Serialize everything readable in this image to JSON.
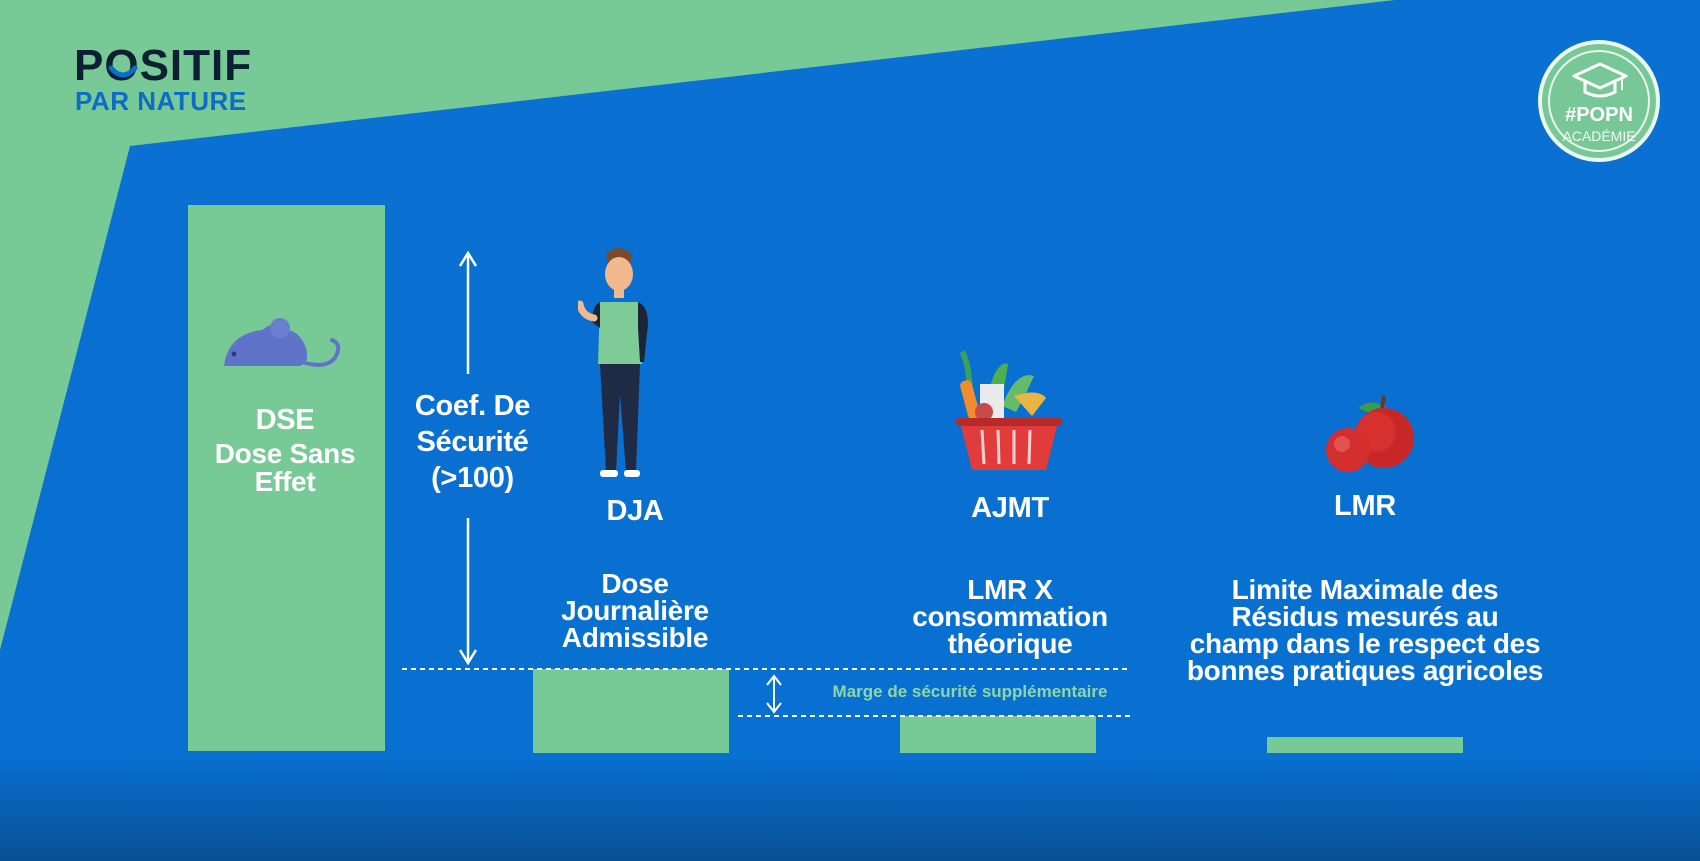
{
  "logo": {
    "main": "POSITIF",
    "sub": "PAR NATURE"
  },
  "badge": {
    "title": "#POPN",
    "sub": "ACADÉMIE"
  },
  "dse": {
    "label": "DSE",
    "desc": "Dose Sans Effet"
  },
  "coef": {
    "label": "Coef. De Sécurité (>100)"
  },
  "dja": {
    "label": "DJA",
    "desc": "Dose Journalière Admissible"
  },
  "ajmt": {
    "label": "AJMT",
    "desc": "LMR X consommation théorique"
  },
  "lmr": {
    "label": "LMR",
    "desc": "Limite Maximale des Résidus mesurés au champ dans le respect des bonnes pratiques agricoles"
  },
  "marge": {
    "label": "Marge de sécurité supplémentaire"
  },
  "colors": {
    "background": "#0870d0",
    "accent": "#77c996",
    "text": "#ffffff"
  },
  "icons": [
    "mouse-icon",
    "person-icon",
    "basket-icon",
    "apple-icon",
    "graduation-cap-icon"
  ]
}
